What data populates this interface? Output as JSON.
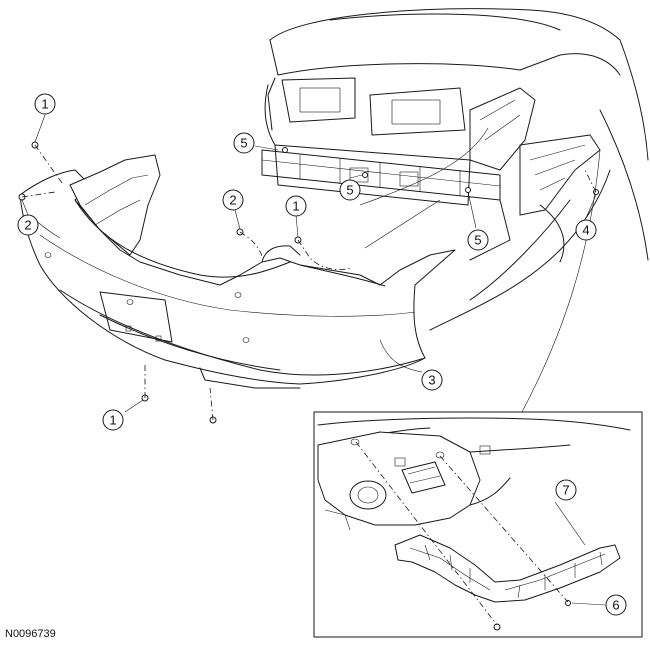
{
  "figure_id": "N0096739",
  "callouts": [
    {
      "label": "1"
    },
    {
      "label": "2"
    },
    {
      "label": "1"
    },
    {
      "label": "2"
    },
    {
      "label": "1"
    },
    {
      "label": "5"
    },
    {
      "label": "5"
    },
    {
      "label": "5"
    },
    {
      "label": "4"
    },
    {
      "label": "3"
    },
    {
      "label": "1"
    },
    {
      "label": "7"
    },
    {
      "label": "6"
    }
  ]
}
